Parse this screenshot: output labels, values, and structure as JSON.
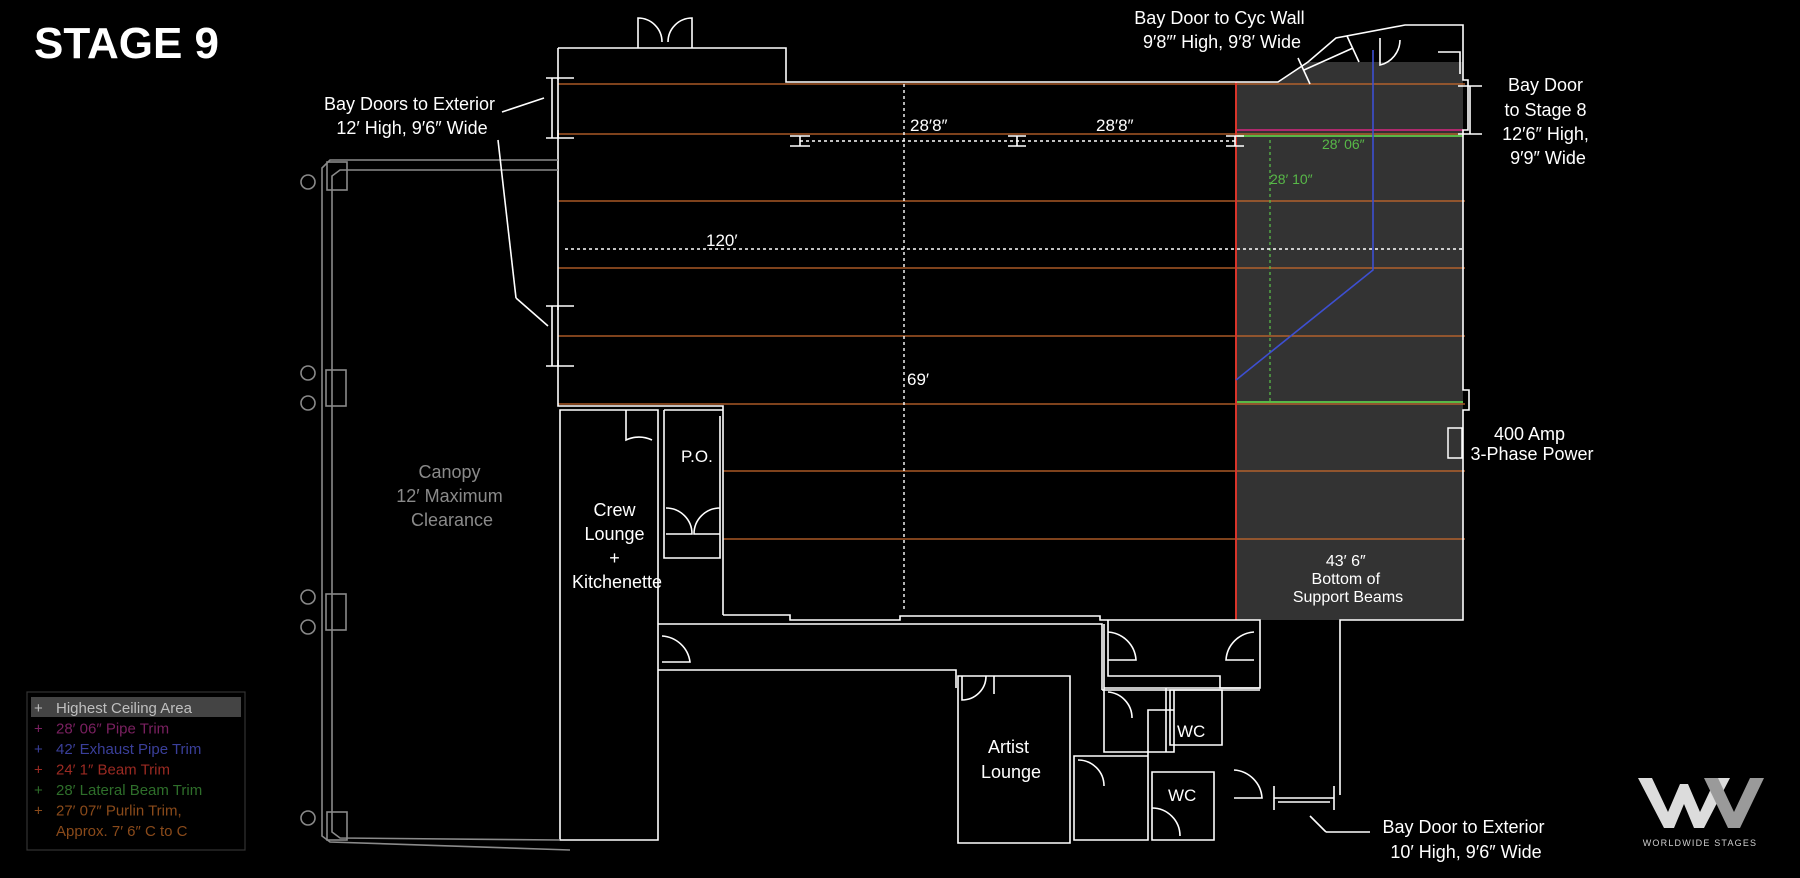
{
  "page": {
    "title": "STAGE 9"
  },
  "labels": {
    "bay_exterior_top": [
      "Bay Doors to Exterior",
      "12′ High, 9′6″ Wide"
    ],
    "bay_cyc": [
      "Bay Door to Cyc Wall",
      "9′8″′ High, 9′8′ Wide"
    ],
    "bay_stage8": [
      "Bay Door",
      "to Stage 8",
      "12′6″ High,",
      "9′9″ Wide"
    ],
    "power": [
      "400 Amp",
      "3-Phase Power"
    ],
    "beams": [
      "43′ 6″",
      "Bottom of",
      "Support Beams"
    ],
    "canopy": [
      "Canopy",
      "12′ Maximum",
      "Clearance"
    ],
    "crew": [
      "Crew",
      "Lounge",
      "+",
      "Kitchenette"
    ],
    "po": "P.O.",
    "artist": [
      "Artist",
      "Lounge"
    ],
    "wc1": "WC",
    "wc2": "WC",
    "bay_exterior_bottom": [
      "Bay Door to Exterior",
      "10′ High, 9′6″ Wide"
    ]
  },
  "dimensions": {
    "span_left": "28′8″",
    "span_right": "28′8″",
    "length": "120′",
    "width": "69′",
    "pipe_trim_mark": "28′ 06″",
    "lateral_mark": "28′ 10″"
  },
  "legend": {
    "items": [
      {
        "prefix": "+",
        "text": "Highest Ceiling Area",
        "color": "#bfbfbf",
        "highlight": true
      },
      {
        "prefix": "+",
        "text": "28′ 06″ Pipe Trim",
        "color": "#7a2060"
      },
      {
        "prefix": "+",
        "text": "42′ Exhaust Pipe Trim",
        "color": "#3a3f9a"
      },
      {
        "prefix": "+",
        "text": "24′ 1″ Beam Trim",
        "color": "#9b2a22"
      },
      {
        "prefix": "+",
        "text": "28′ Lateral Beam Trim",
        "color": "#2e6e2a"
      },
      {
        "prefix": "+",
        "text": "27′ 07″ Purlin Trim,",
        "color": "#8a4a1a"
      },
      {
        "prefix": "",
        "text": "Approx. 7′ 6″ C to C",
        "color": "#8a4a1a"
      }
    ]
  },
  "logo": {
    "tagline": "WORLDWIDE STAGES"
  },
  "colors": {
    "purlin": "#c96a2c",
    "pipe_trim": "#b0296e",
    "exhaust": "#3d4fd1",
    "beam_trim": "#d8342a",
    "lateral": "#58b948",
    "highest_area": "#333333"
  }
}
